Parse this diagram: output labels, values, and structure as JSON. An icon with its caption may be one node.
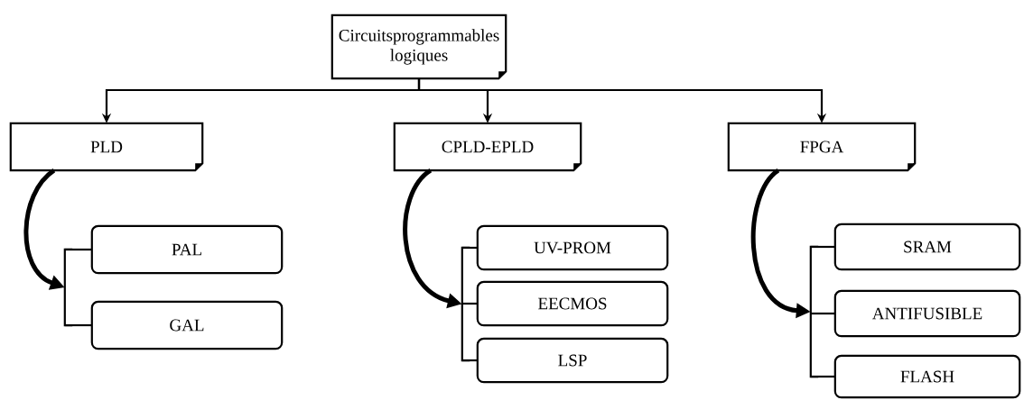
{
  "diagram": {
    "nodes": [
      {
        "text": [
          "Circuitsprogrammables logiques"
        ]
      },
      {
        "text": [
          "PLD"
        ]
      },
      {
        "text": [
          "CPLD-EPLD"
        ]
      },
      {
        "text": [
          "FPGA"
        ]
      },
      {
        "text": [
          "PAL"
        ]
      },
      {
        "text": [
          "GAL"
        ]
      },
      {
        "text": [
          "UV-PROM"
        ]
      },
      {
        "text": [
          "EECMOS"
        ]
      },
      {
        "text": [
          "LSP"
        ]
      },
      {
        "text": [
          "SRAM"
        ]
      },
      {
        "text": [
          "ANTIFUSIBLE"
        ]
      },
      {
        "text": [
          "FLASH"
        ]
      },
      {
        "text": [],
        "shape": "bracket"
      },
      {
        "text": [],
        "shape": "bracket"
      },
      {
        "text": [],
        "shape": "bracket"
      }
    ],
    "edges": [
      {
        "from": 0,
        "to": 1,
        "arrow": "to"
      },
      {
        "from": 0,
        "to": 2,
        "arrow": "to"
      },
      {
        "from": 0,
        "to": 3,
        "arrow": "to"
      },
      {
        "from": 1,
        "to": 12,
        "arrow": "to",
        "style": "thick"
      },
      {
        "from": 12,
        "to": 4,
        "arrow": "none"
      },
      {
        "from": 12,
        "to": 5,
        "arrow": "none"
      },
      {
        "from": 2,
        "to": 13,
        "arrow": "to",
        "style": "thick"
      },
      {
        "from": 13,
        "to": 6,
        "arrow": "none"
      },
      {
        "from": 13,
        "to": 7,
        "arrow": "none"
      },
      {
        "from": 13,
        "to": 8,
        "arrow": "none"
      },
      {
        "from": 3,
        "to": 14,
        "arrow": "to",
        "style": "thick"
      },
      {
        "from": 14,
        "to": 9,
        "arrow": "none"
      },
      {
        "from": 14,
        "to": 10,
        "arrow": "none"
      },
      {
        "from": 14,
        "to": 11,
        "arrow": "none"
      }
    ]
  }
}
